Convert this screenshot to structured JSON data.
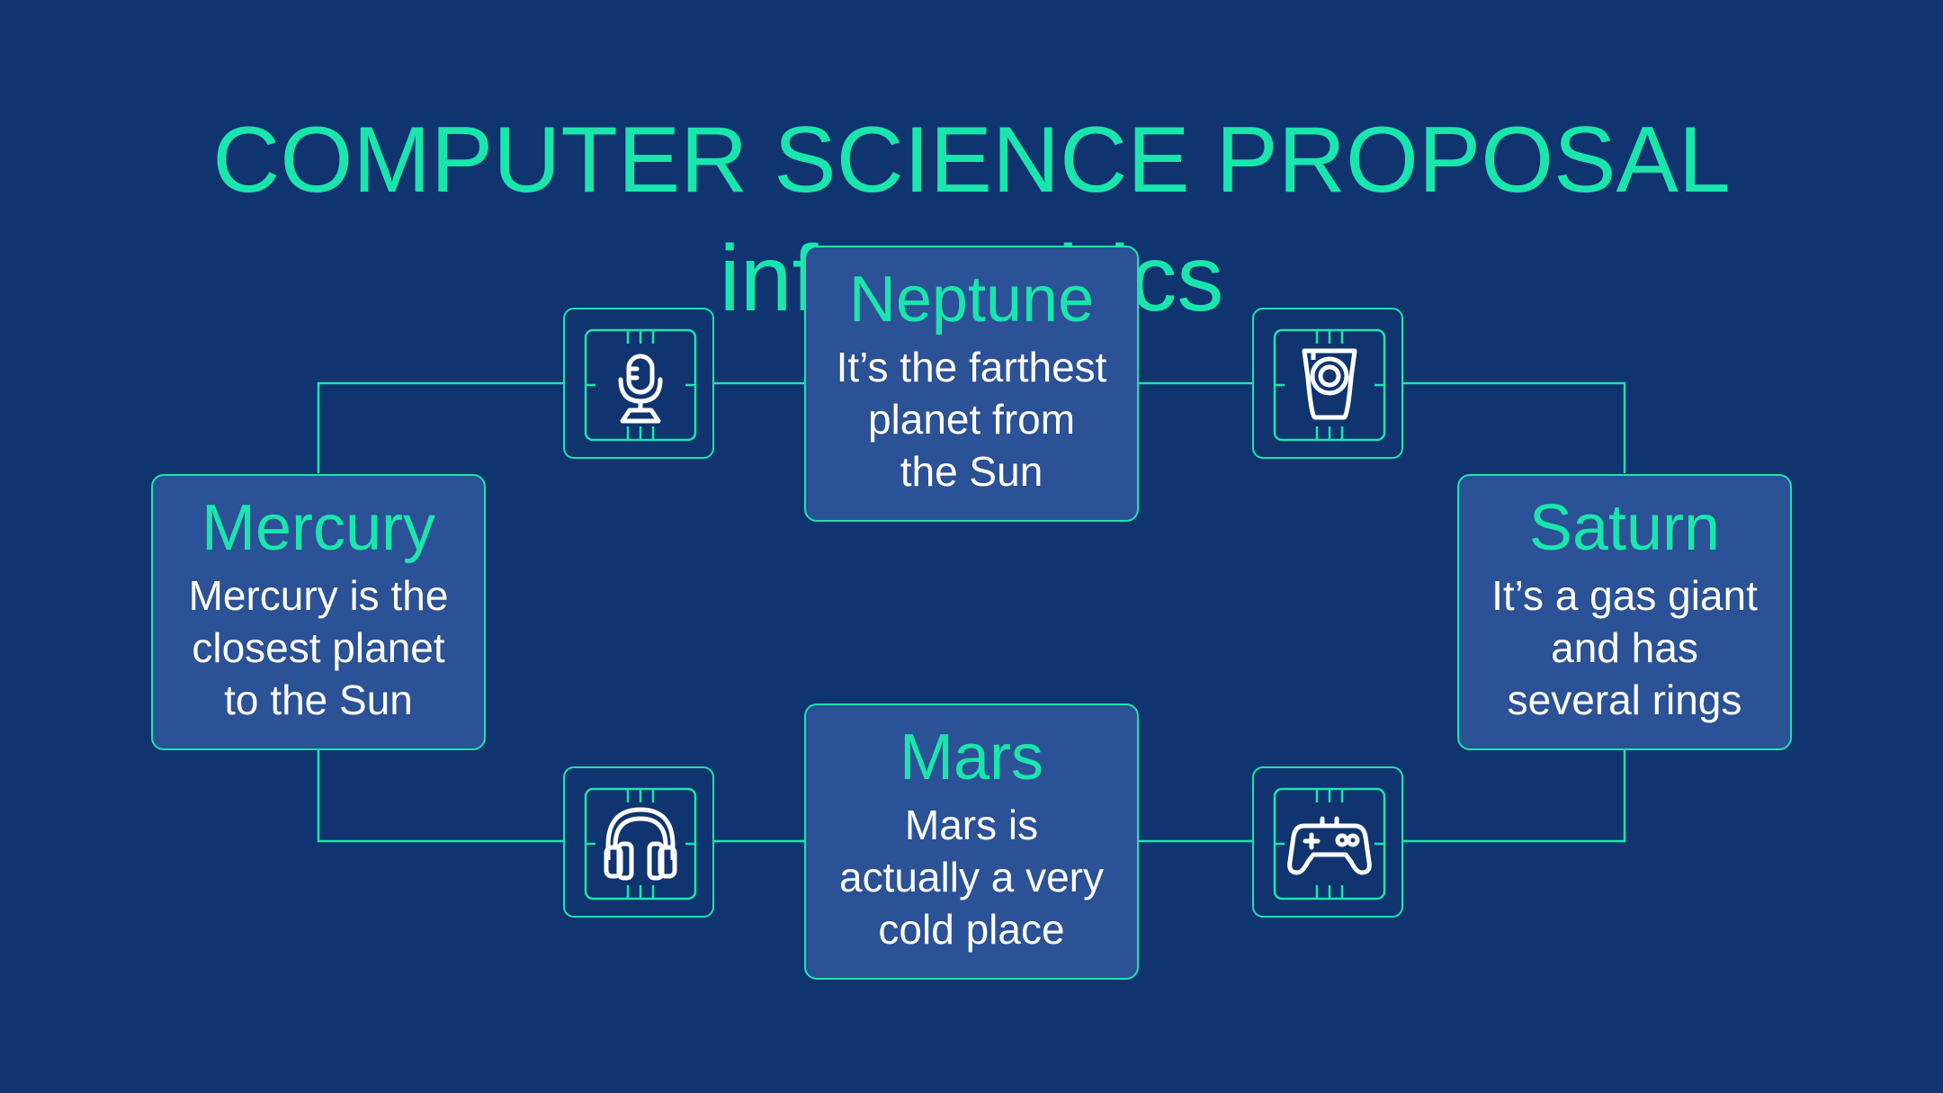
{
  "slide": {
    "title_line1": "COMPUTER SCIENCE PROPOSAL",
    "title_line2": "infographics"
  },
  "cards": {
    "neptune": {
      "heading": "Neptune",
      "line1": "It’s the farthest",
      "line2": "planet from",
      "line3": "the Sun"
    },
    "mercury": {
      "heading": "Mercury",
      "line1": "Mercury is the",
      "line2": "closest planet",
      "line3": "to the Sun"
    },
    "saturn": {
      "heading": "Saturn",
      "line1": "It’s a gas giant",
      "line2": "and has",
      "line3": "several rings"
    },
    "mars": {
      "heading": "Mars",
      "line1": "Mars is",
      "line2": "actually a very",
      "line3": "cold place"
    }
  },
  "icons": {
    "top_left": "microphone-icon",
    "top_right": "webcam-icon",
    "bottom_left": "headphones-icon",
    "bottom_right": "gamepad-icon"
  },
  "colors": {
    "background": "#0f3470",
    "accent": "#19e6ac",
    "card_fill": "#2b5196",
    "text": "#ffffff"
  }
}
